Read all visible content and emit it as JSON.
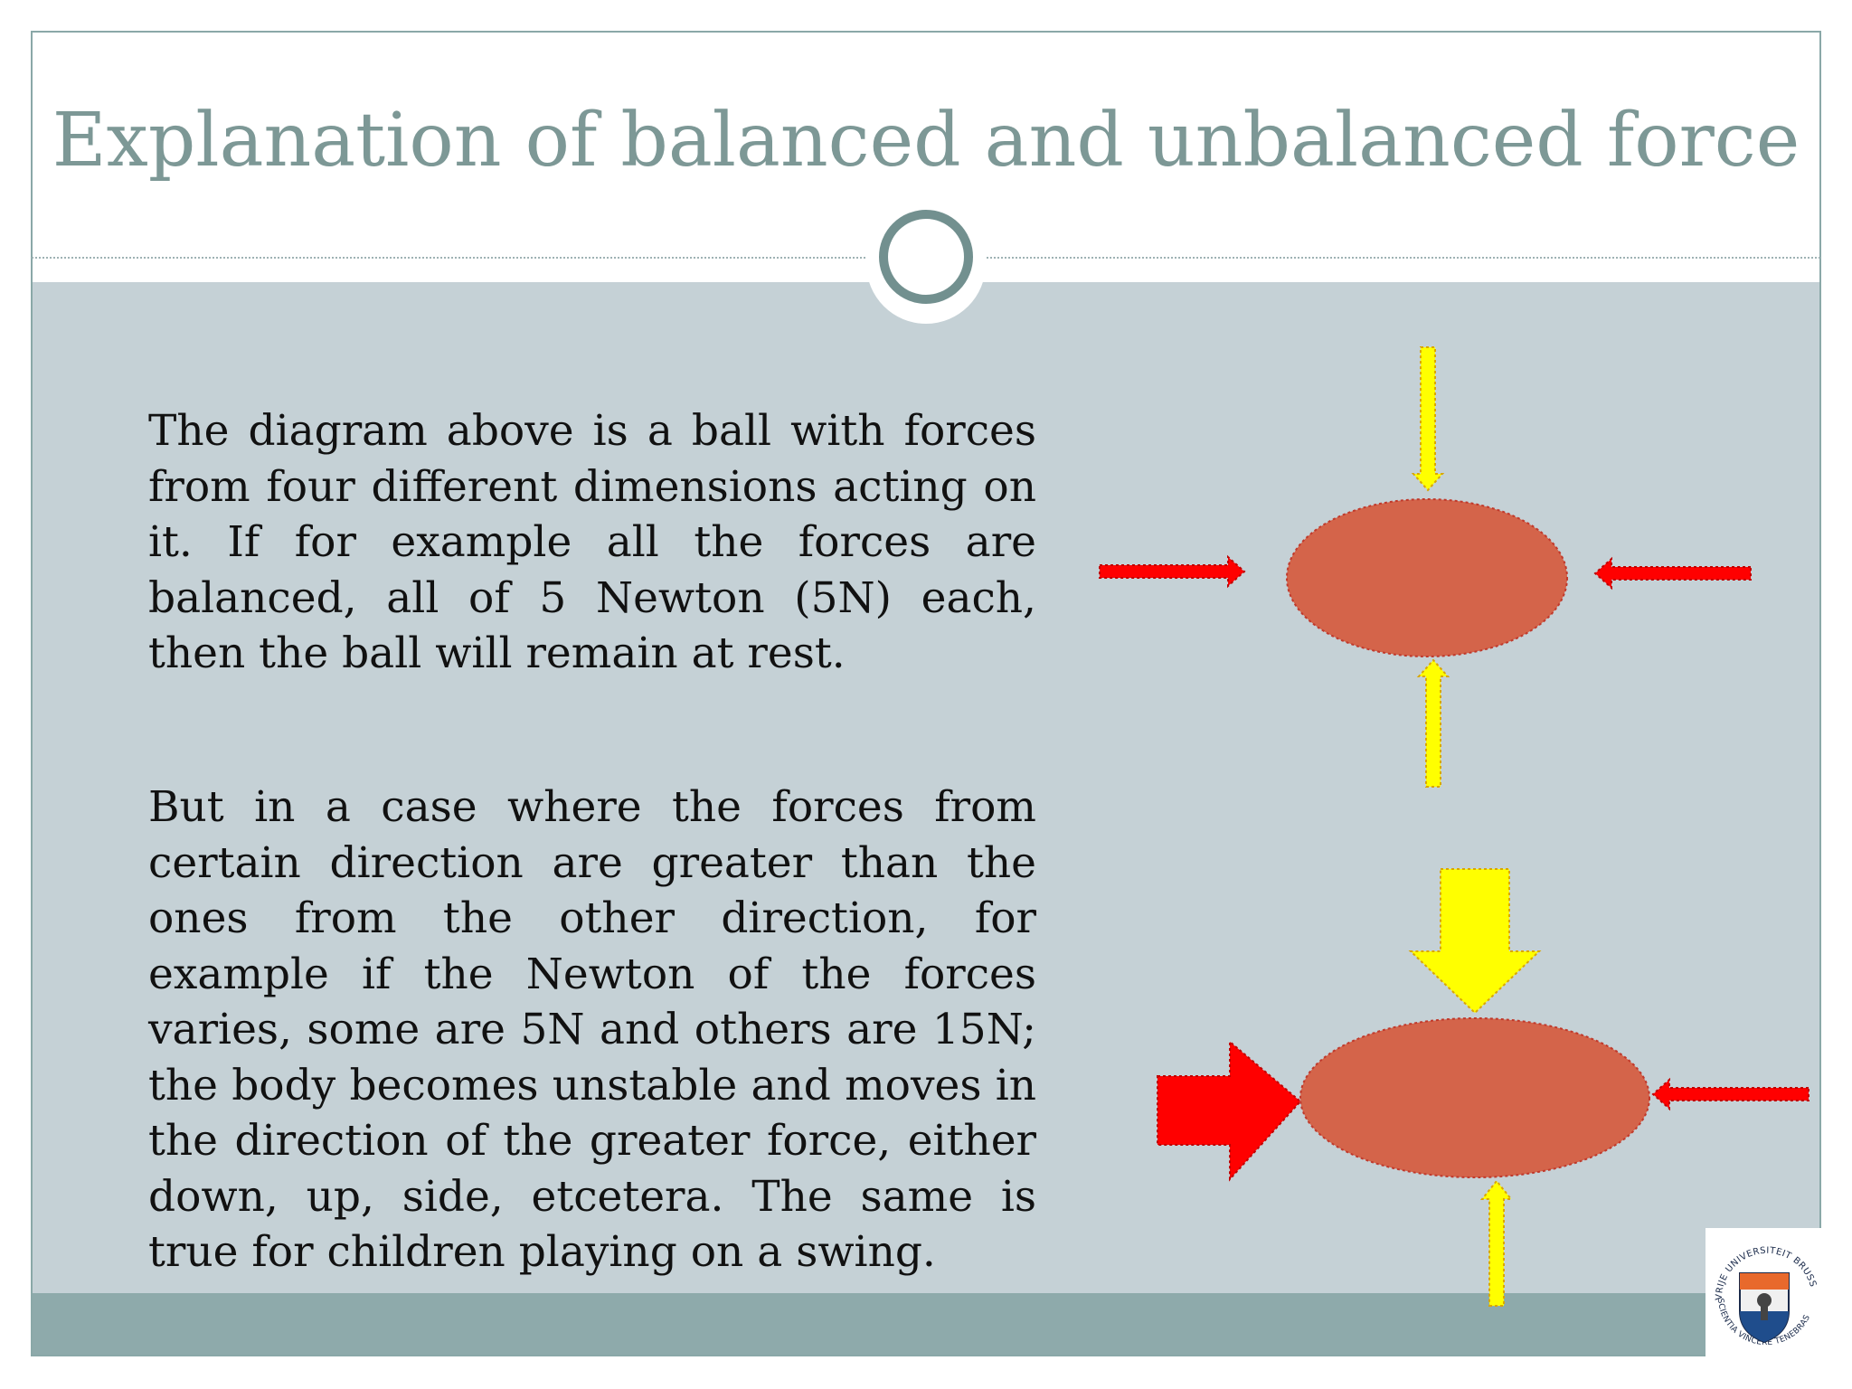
{
  "slide": {
    "title": "Explanation of balanced and unbalanced force",
    "paragraph_1": "The diagram above is a ball with forces from four different dimensions acting on it. If for example all the forces are balanced, all of 5 Newton (5N) each, then the ball will remain at rest.",
    "paragraph_2": "But in a case where the forces from certain direction are greater than the ones from the other direction, for example if the Newton of the forces varies, some are 5N and others are 15N; the body becomes unstable and moves in the direction of the greater force, either down, up, side, etcetera. The same is true for children playing on a swing."
  },
  "logo": {
    "text_top": "VRIJE UNIVERSITEIT BRUSSEL",
    "text_bottom": "SCIENTIA VINCERE TENEBRAS"
  },
  "colors": {
    "title": "#7d9896",
    "content_background": "#c5d1d6",
    "footer_band": "#8eaaab",
    "ball": "#d4644a",
    "horizontal_arrow": "#ff0000",
    "vertical_arrow": "#ffff00"
  }
}
